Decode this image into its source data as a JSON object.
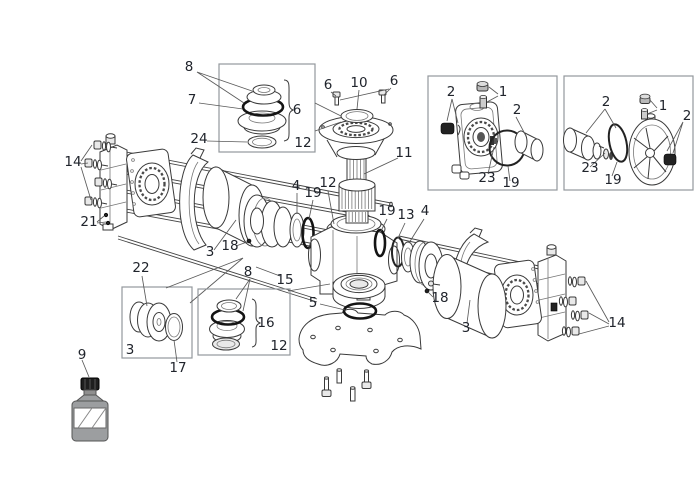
{
  "diagram": {
    "type": "exploded-parts-diagram",
    "subject": "Pump assembly exploded parts view",
    "background": "#ffffff",
    "line_color": "#3a3a3a",
    "label_color": "#20242c",
    "box_border_color": "#93989c",
    "part_numbers_visible": [
      "1",
      "2",
      "3",
      "4",
      "5",
      "6",
      "7",
      "8",
      "9",
      "10",
      "11",
      "12",
      "13",
      "14",
      "15",
      "16",
      "17",
      "18",
      "19",
      "21",
      "22",
      "23",
      "24"
    ]
  },
  "callouts": {
    "kit_top": {
      "c8": "8",
      "c7": "7",
      "c24": "24",
      "c6": "6",
      "c12": "12"
    },
    "flange": {
      "c6_left": "6",
      "c10": "10",
      "c6_right": "6"
    },
    "shaft": {
      "c11": "11"
    },
    "body_left": {
      "c4": "4",
      "c19": "19",
      "c12": "12"
    },
    "body_right": {
      "c19": "19",
      "c13": "13",
      "c4": "4"
    },
    "main": {
      "c15": "15",
      "c18_left": "18",
      "c3_left": "3",
      "c14_left": "14",
      "c21": "21",
      "c5": "5",
      "c18_right": "18",
      "c3_right": "3",
      "c14_right": "14",
      "c9": "9"
    },
    "kit_piston": {
      "c22": "22",
      "c3": "3",
      "c17": "17"
    },
    "kit_bottom": {
      "c8": "8",
      "c16": "16",
      "c12": "12"
    },
    "detail_box_left": {
      "c2_left": "2",
      "c1": "1",
      "c2_right": "2",
      "c23": "23",
      "c19": "19"
    },
    "detail_box_right": {
      "c2_left": "2",
      "c1": "1",
      "c2_right": "2",
      "c23": "23",
      "c19": "19"
    }
  }
}
